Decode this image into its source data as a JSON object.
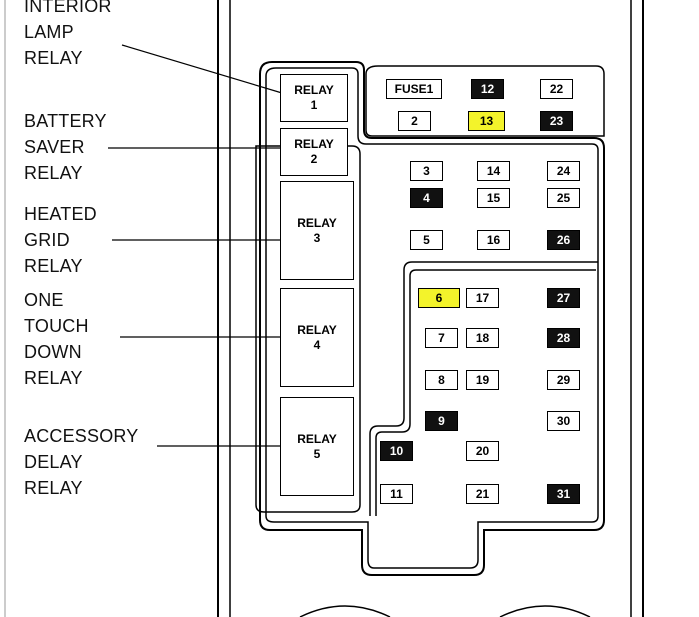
{
  "labels": [
    {
      "id": "interior-lamp-relay-label",
      "lines": [
        "INTERIOR",
        "LAMP",
        "RELAY"
      ]
    },
    {
      "id": "battery-saver-relay-label",
      "lines": [
        "BATTERY",
        "SAVER",
        "RELAY"
      ]
    },
    {
      "id": "heated-grid-relay-label",
      "lines": [
        "HEATED",
        "GRID",
        "RELAY"
      ]
    },
    {
      "id": "one-touch-down-relay-label",
      "lines": [
        "ONE",
        "TOUCH",
        "DOWN",
        "RELAY"
      ]
    },
    {
      "id": "accessory-delay-relay-label",
      "lines": [
        "ACCESSORY",
        "DELAY",
        "RELAY"
      ]
    }
  ],
  "relays": [
    {
      "word": "RELAY",
      "num": "1"
    },
    {
      "word": "RELAY",
      "num": "2"
    },
    {
      "word": "RELAY",
      "num": "3"
    },
    {
      "word": "RELAY",
      "num": "4"
    },
    {
      "word": "RELAY",
      "num": "5"
    }
  ],
  "fuses": [
    {
      "label": "FUSE1",
      "style": "light"
    },
    {
      "label": "12",
      "style": "dark"
    },
    {
      "label": "22",
      "style": "light"
    },
    {
      "label": "2",
      "style": "light"
    },
    {
      "label": "13",
      "style": "highlight"
    },
    {
      "label": "23",
      "style": "dark"
    },
    {
      "label": "3",
      "style": "light"
    },
    {
      "label": "14",
      "style": "light"
    },
    {
      "label": "24",
      "style": "light"
    },
    {
      "label": "4",
      "style": "dark"
    },
    {
      "label": "15",
      "style": "light"
    },
    {
      "label": "25",
      "style": "light"
    },
    {
      "label": "5",
      "style": "light"
    },
    {
      "label": "16",
      "style": "light"
    },
    {
      "label": "26",
      "style": "dark"
    },
    {
      "label": "6",
      "style": "highlight"
    },
    {
      "label": "17",
      "style": "light"
    },
    {
      "label": "27",
      "style": "dark"
    },
    {
      "label": "7",
      "style": "light"
    },
    {
      "label": "18",
      "style": "light"
    },
    {
      "label": "28",
      "style": "dark"
    },
    {
      "label": "8",
      "style": "light"
    },
    {
      "label": "19",
      "style": "light"
    },
    {
      "label": "29",
      "style": "light"
    },
    {
      "label": "9",
      "style": "dark"
    },
    {
      "label": "30",
      "style": "light"
    },
    {
      "label": "10",
      "style": "dark"
    },
    {
      "label": "20",
      "style": "light"
    },
    {
      "label": "11",
      "style": "light"
    },
    {
      "label": "21",
      "style": "light"
    },
    {
      "label": "31",
      "style": "dark"
    }
  ],
  "colors": {
    "highlight": "#f3f32b",
    "dark_fuse": "#111111",
    "line": "#000000"
  }
}
